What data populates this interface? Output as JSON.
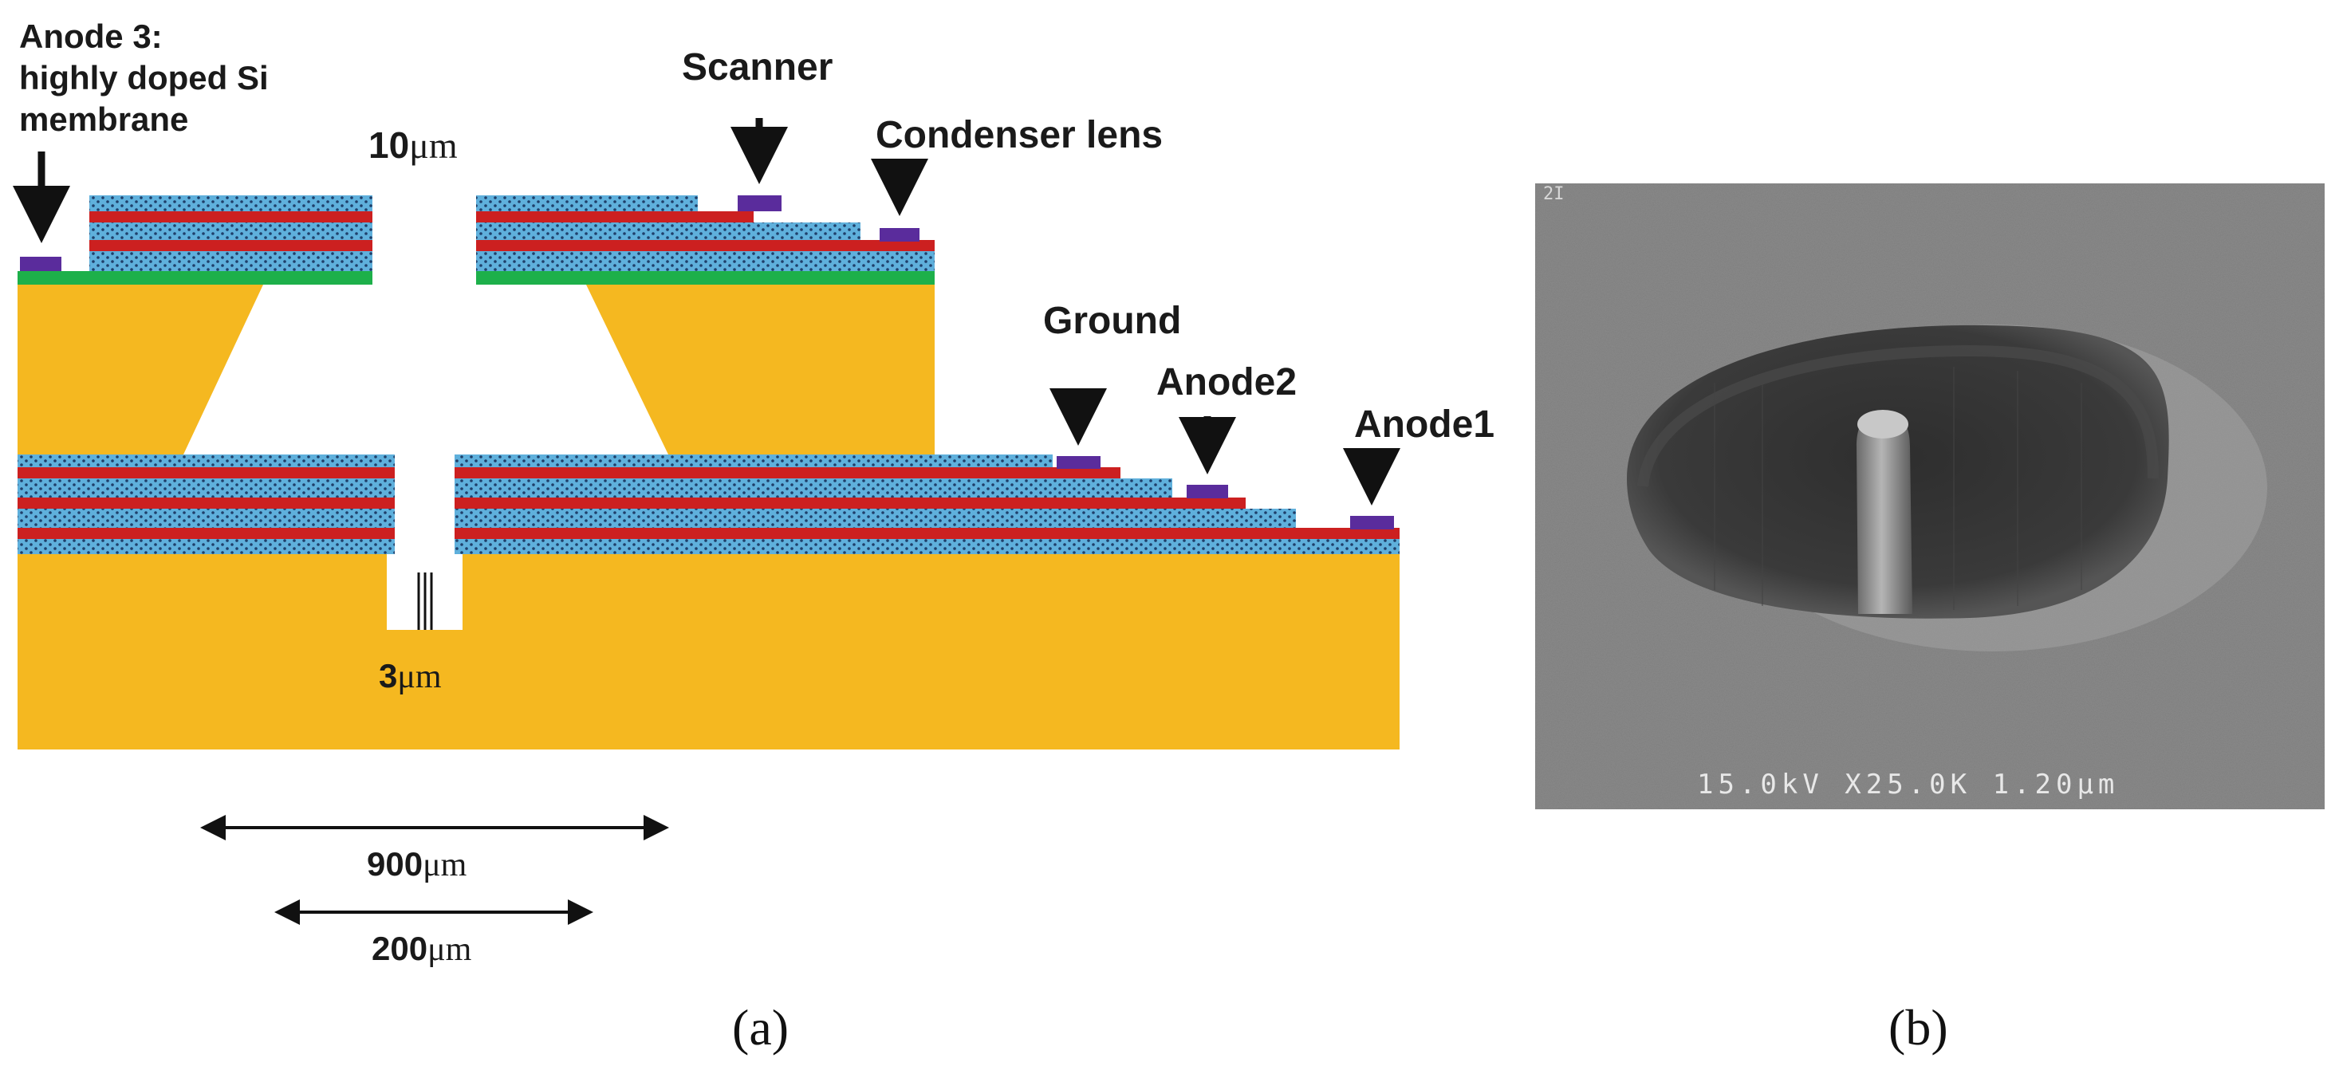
{
  "labels": {
    "anode3_line1": "Anode 3:",
    "anode3_line2": "highly doped Si",
    "anode3_line3": "membrane",
    "scanner": "Scanner",
    "condenser": "Condenser lens",
    "ground": "Ground",
    "anode2": "Anode2",
    "anode1": "Anode1",
    "hole_top_value": "10",
    "hole_bottom_value": "3",
    "dim_900_value": "900",
    "dim_200_value": "200",
    "unit": "μm"
  },
  "captions": {
    "a": "(a)",
    "b": "(b)"
  },
  "sem": {
    "corner_mark": "2I",
    "info_bar": "15.0kV X25.0K 1.20μm"
  },
  "colors": {
    "silicon": "#F5B820",
    "dielectric": "#5FB0DC",
    "electrode": "#CC2020",
    "contact_pad": "#5A2C9C",
    "green_layer": "#1DB04A",
    "sem_gray": "#8c8c8c"
  }
}
